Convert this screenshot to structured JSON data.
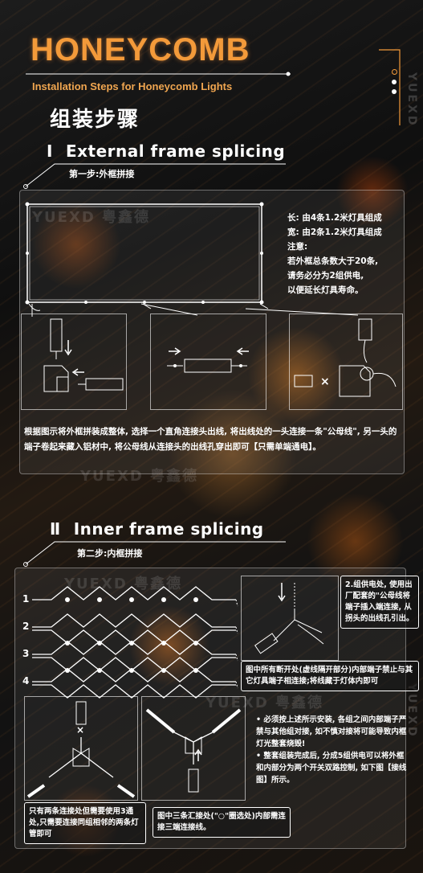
{
  "header": {
    "title": "HONEYCOMB",
    "subtitle": "Installation Steps for Honeycomb Lights",
    "title_cn": "组装步骤",
    "brand_vertical": "YUEXD"
  },
  "watermark": {
    "text": "YUEXD 粤鑫德"
  },
  "section1": {
    "numeral": "Ⅰ",
    "title": "External frame splicing",
    "step_label": "第一步:外框拼接",
    "notes": [
      "长: 由4条1.2米灯具组成",
      "宽: 由2条1.2米灯具组成",
      "注意:",
      "若外框总条数大于20条,",
      "请务必分为2组供电,",
      "以便延长灯具寿命。"
    ],
    "description": "根据图示将外框拼装成整体, 选择一个直角连接头出线, 将出线处的一头连接一条\"公母线\", 另一头的端子卷起来藏入铝材中, 将公母线从连接头的出线孔穿出即可【只需单端通电】。",
    "cross_mark": "×"
  },
  "section2": {
    "numeral": "Ⅱ",
    "title": "Inner frame splicing",
    "step_label": "第二步:内框拼接",
    "row_numbers": [
      "1",
      "2",
      "3",
      "4"
    ],
    "callout_power": "2.组供电处, 使用出厂配套的\"公母线将端子插入端连接, 从拐头的出线孔引出。",
    "callout_wires": "图中所有断开处(虚线隔开部分)内部端子禁止与其它灯具端子相连接;将线藏于灯体内即可",
    "notes_right": "• 必须按上述所示安装, 各组之间内部端子严禁与其他组对接, 如不慎对接将可能导致内框灯光整套烧毁!\n• 整套组装完成后, 分成5组供电可以将外框和内部分为两个开关双路控制, 如下图【接线图】所示。",
    "callout_left": "只有两条连接处但需要使用3通处,只需要连接同组相邻的两条灯管即可",
    "callout_mid": "图中三条汇接处(\"○\"圈选处)内部需连接三端连接线。",
    "cross_mark": "×"
  },
  "colors": {
    "accent": "#f39a3a",
    "background": "#101010",
    "text": "#ffffff"
  }
}
